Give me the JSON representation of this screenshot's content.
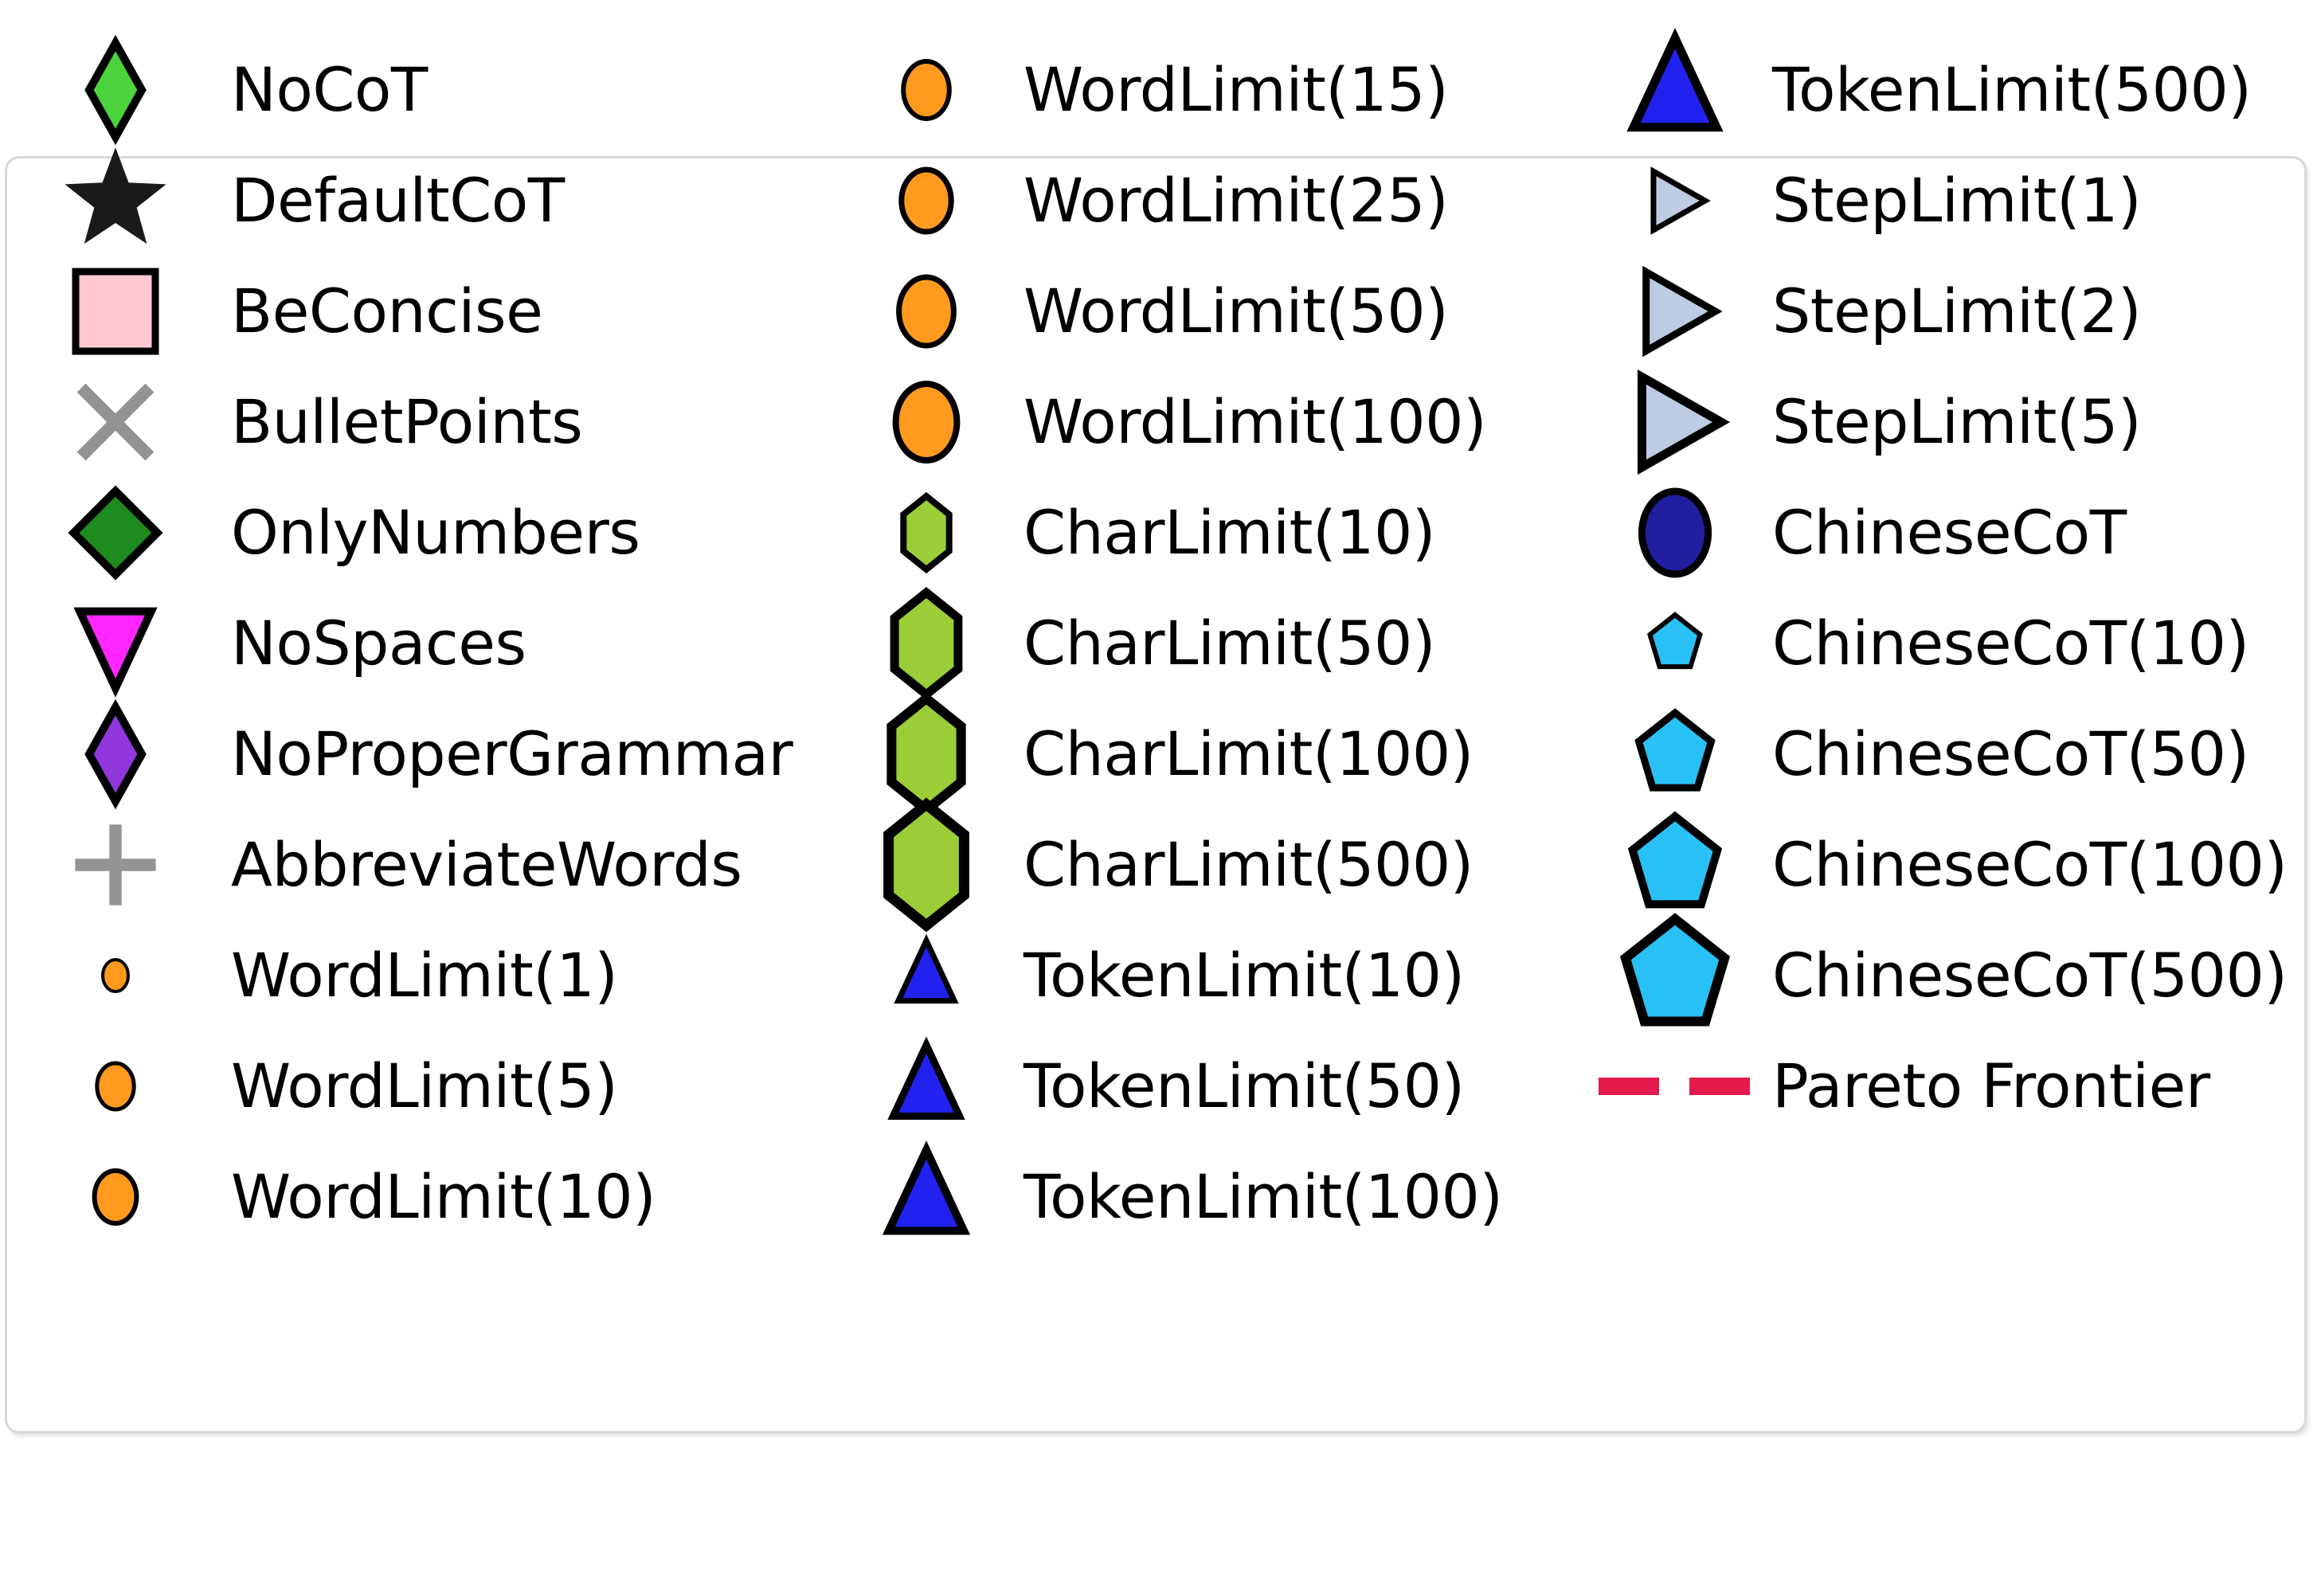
{
  "legend": {
    "title": "",
    "columns": [
      {
        "name": "column-1",
        "entries": [
          {
            "label": "NoCoT",
            "marker": "diamond-tall-icon",
            "fill": "#4BD43D",
            "edge": "#000000",
            "size": 118
          },
          {
            "label": "DefaultCoT",
            "marker": "star-icon",
            "fill": "#1A1A1A",
            "edge": "#1A1A1A",
            "size": 108
          },
          {
            "label": "BeConcise",
            "marker": "square-icon",
            "fill": "#FFC8D3",
            "edge": "#000000",
            "size": 100
          },
          {
            "label": "BulletPoints",
            "marker": "x-cross-icon",
            "fill": "none",
            "edge": "#939393",
            "size": 110
          },
          {
            "label": "OnlyNumbers",
            "marker": "diamond-wide-icon",
            "fill": "#1E8B1E",
            "edge": "#000000",
            "size": 122
          },
          {
            "label": "NoSpaces",
            "marker": "triangle-down-icon",
            "fill": "#FF26FF",
            "edge": "#000000",
            "size": 112
          },
          {
            "label": "NoProperGrammar",
            "marker": "diamond-tall-icon",
            "fill": "#9237DD",
            "edge": "#000000",
            "size": 118
          },
          {
            "label": "AbbreviateWords",
            "marker": "plus-icon",
            "fill": "none",
            "edge": "#939393",
            "size": 110
          },
          {
            "label": "WordLimit(1)",
            "marker": "circle-icon",
            "fill": "#FF9A1E",
            "edge": "#000000",
            "size": 40
          },
          {
            "label": "WordLimit(5)",
            "marker": "circle-icon",
            "fill": "#FF9A1E",
            "edge": "#000000",
            "size": 58
          },
          {
            "label": "WordLimit(10)",
            "marker": "circle-icon",
            "fill": "#FF9A1E",
            "edge": "#000000",
            "size": 66
          }
        ]
      },
      {
        "name": "column-2",
        "entries": [
          {
            "label": "WordLimit(15)",
            "marker": "circle-icon",
            "fill": "#FF9A1E",
            "edge": "#000000",
            "size": 72
          },
          {
            "label": "WordLimit(25)",
            "marker": "circle-icon",
            "fill": "#FF9A1E",
            "edge": "#000000",
            "size": 78
          },
          {
            "label": "WordLimit(50)",
            "marker": "circle-icon",
            "fill": "#FF9A1E",
            "edge": "#000000",
            "size": 86
          },
          {
            "label": "WordLimit(100)",
            "marker": "circle-icon",
            "fill": "#FF9A1E",
            "edge": "#000000",
            "size": 96
          },
          {
            "label": "CharLimit(10)",
            "marker": "hexagon-vertical-icon",
            "fill": "#9ACD37",
            "edge": "#000000",
            "size": 92
          },
          {
            "label": "CharLimit(50)",
            "marker": "hexagon-vertical-icon",
            "fill": "#9ACD37",
            "edge": "#000000",
            "size": 128
          },
          {
            "label": "CharLimit(100)",
            "marker": "hexagon-vertical-icon",
            "fill": "#9ACD37",
            "edge": "#000000",
            "size": 140
          },
          {
            "label": "CharLimit(500)",
            "marker": "hexagon-vertical-icon",
            "fill": "#9ACD37",
            "edge": "#000000",
            "size": 152
          },
          {
            "label": "TokenLimit(10)",
            "marker": "triangle-up-icon",
            "fill": "#2222F0",
            "edge": "#000000",
            "size": 88
          },
          {
            "label": "TokenLimit(50)",
            "marker": "triangle-up-icon",
            "fill": "#2222F0",
            "edge": "#000000",
            "size": 104
          },
          {
            "label": "TokenLimit(100)",
            "marker": "triangle-up-icon",
            "fill": "#2222F0",
            "edge": "#000000",
            "size": 118
          }
        ]
      },
      {
        "name": "column-3",
        "entries": [
          {
            "label": "TokenLimit(500)",
            "marker": "triangle-up-icon",
            "fill": "#2222F0",
            "edge": "#000000",
            "size": 130
          },
          {
            "label": "StepLimit(1)",
            "marker": "triangle-right-icon",
            "fill": "#BDCCE3",
            "edge": "#000000",
            "size": 82
          },
          {
            "label": "StepLimit(2)",
            "marker": "triangle-right-icon",
            "fill": "#BDCCE3",
            "edge": "#000000",
            "size": 110
          },
          {
            "label": "StepLimit(5)",
            "marker": "triangle-right-icon",
            "fill": "#BDCCE3",
            "edge": "#000000",
            "size": 126
          },
          {
            "label": "ChineseCoT",
            "marker": "circle-large-icon",
            "fill": "#1F1FA0",
            "edge": "#000000",
            "size": 104
          },
          {
            "label": "ChineseCoT(10)",
            "marker": "pentagon-icon",
            "fill": "#29C1F5",
            "edge": "#000000",
            "size": 72
          },
          {
            "label": "ChineseCoT(50)",
            "marker": "pentagon-icon",
            "fill": "#29C1F5",
            "edge": "#000000",
            "size": 104
          },
          {
            "label": "ChineseCoT(100)",
            "marker": "pentagon-icon",
            "fill": "#29C1F5",
            "edge": "#000000",
            "size": 122
          },
          {
            "label": "ChineseCoT(500)",
            "marker": "pentagon-icon",
            "fill": "#29C1F5",
            "edge": "#000000",
            "size": 142
          },
          {
            "label": "Pareto Frontier",
            "marker": "dashed-line-icon",
            "fill": "#E31B4C",
            "edge": "#E31B4C",
            "size": 0
          }
        ]
      }
    ],
    "style": {
      "box_border_color": "#d8d8d8",
      "background": "#ffffff",
      "text_color": "#000000",
      "row_pitch": 139,
      "first_row_center": 113
    }
  }
}
